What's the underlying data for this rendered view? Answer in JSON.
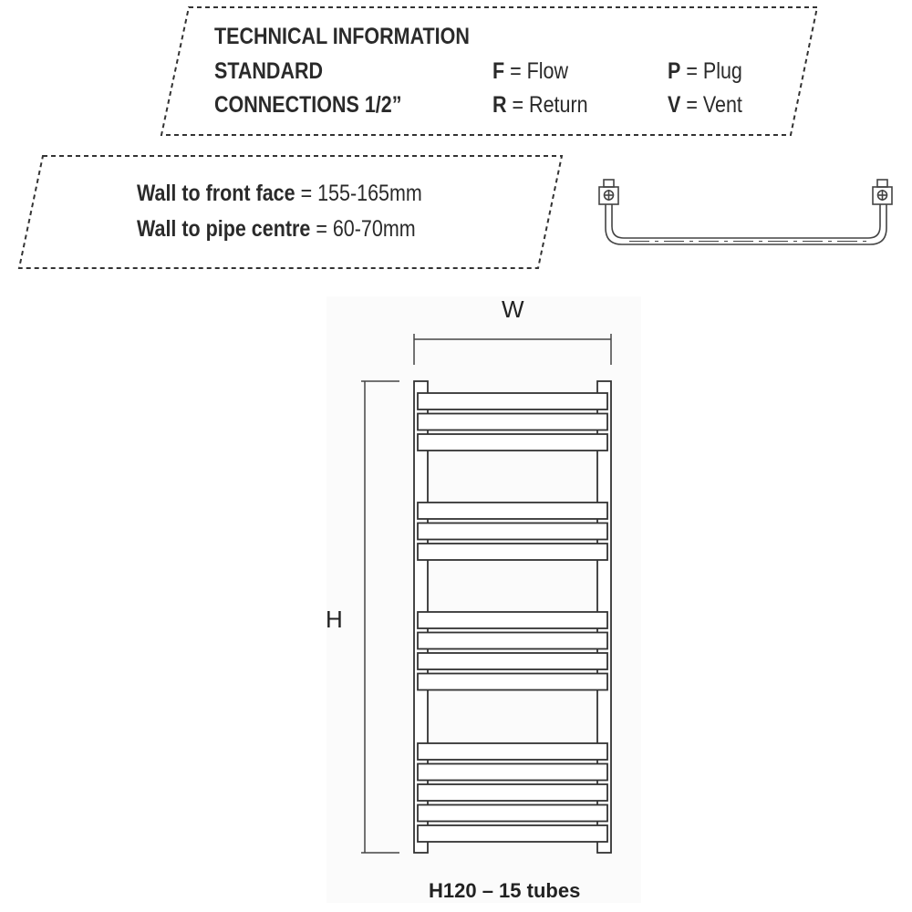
{
  "technical_info": {
    "heading": "TECHNICAL INFORMATION",
    "standard": "STANDARD",
    "connections": "CONNECTIONS 1/2”",
    "legend": [
      {
        "letter": "F",
        "eq": " = ",
        "meaning": "Flow"
      },
      {
        "letter": "R",
        "eq": " = ",
        "meaning": "Return"
      },
      {
        "letter": "P",
        "eq": " = ",
        "meaning": "Plug"
      },
      {
        "letter": "V",
        "eq": " = ",
        "meaning": "Vent"
      }
    ]
  },
  "wall_info": {
    "front_face_label": "Wall to front face",
    "front_face_value": " = 155-165mm",
    "pipe_centre_label": "Wall to pipe centre",
    "pipe_centre_value": " = 60-70mm"
  },
  "diagram": {
    "width_label": "W",
    "height_label": "H",
    "caption": "H120 – 15 tubes",
    "tube_groups": [
      3,
      3,
      4,
      5
    ]
  }
}
